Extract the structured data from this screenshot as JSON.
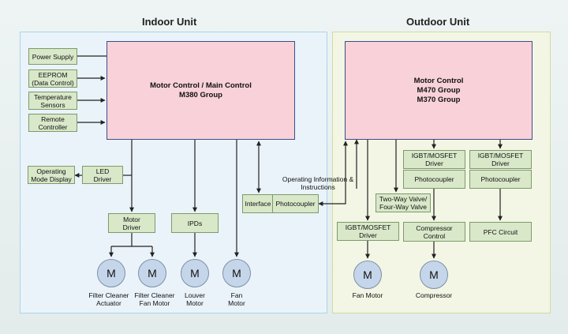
{
  "indoor": {
    "title": "Indoor Unit",
    "mcu_line1": "Motor Control / Main Control",
    "mcu_line2": "M380 Group",
    "power_supply": "Power Supply",
    "eeprom_line1": "EEPROM",
    "eeprom_line2": "(Data Control)",
    "temp_line1": "Temperature",
    "temp_line2": "Sensors",
    "remote_line1": "Remote",
    "remote_line2": "Controller",
    "op_display_line1": "Operating",
    "op_display_line2": "Mode Display",
    "led_line1": "LED",
    "led_line2": "Driver",
    "motor_driver_line1": "Motor",
    "motor_driver_line2": "Driver",
    "ipds": "IPDs",
    "interface": "Interface",
    "photocoupler": "Photocoupler",
    "motor_symbol": "M",
    "motors": [
      {
        "line1": "Filter Cleaner",
        "line2": "Actuator"
      },
      {
        "line1": "Filter Cleaner",
        "line2": "Fan Motor"
      },
      {
        "line1": "Louver",
        "line2": "Motor"
      },
      {
        "line1": "Fan",
        "line2": "Motor"
      }
    ]
  },
  "link": {
    "line1": "Operating Information &",
    "line2": "Instructions"
  },
  "outdoor": {
    "title": "Outdoor Unit",
    "mcu_line1": "Motor Control",
    "mcu_line2": "M470 Group",
    "mcu_line3": "M370 Group",
    "igbt1_line1": "IGBT/MOSFET",
    "igbt1_line2": "Driver",
    "photocoupler1": "Photocoupler",
    "igbt2_line1": "IGBT/MOSFET",
    "igbt2_line2": "Driver",
    "photocoupler2": "Photocoupler",
    "valve_line1": "Two-Way Valve/",
    "valve_line2": "Four-Way Valve",
    "igbt3_line1": "IGBT/MOSFET",
    "igbt3_line2": "Driver",
    "compressor_ctrl_line1": "Compressor",
    "compressor_ctrl_line2": "Control",
    "pfc": "PFC Circuit",
    "motor_symbol": "M",
    "fan_motor": "Fan Motor",
    "compressor": "Compressor"
  },
  "colors": {
    "indoor_bg": "#eaf3f9",
    "outdoor_bg": "#f3f6e4",
    "mcu_fill": "#f8d1d9",
    "box_fill": "#d9e8c9",
    "motor_fill": "#c6d6ea"
  }
}
